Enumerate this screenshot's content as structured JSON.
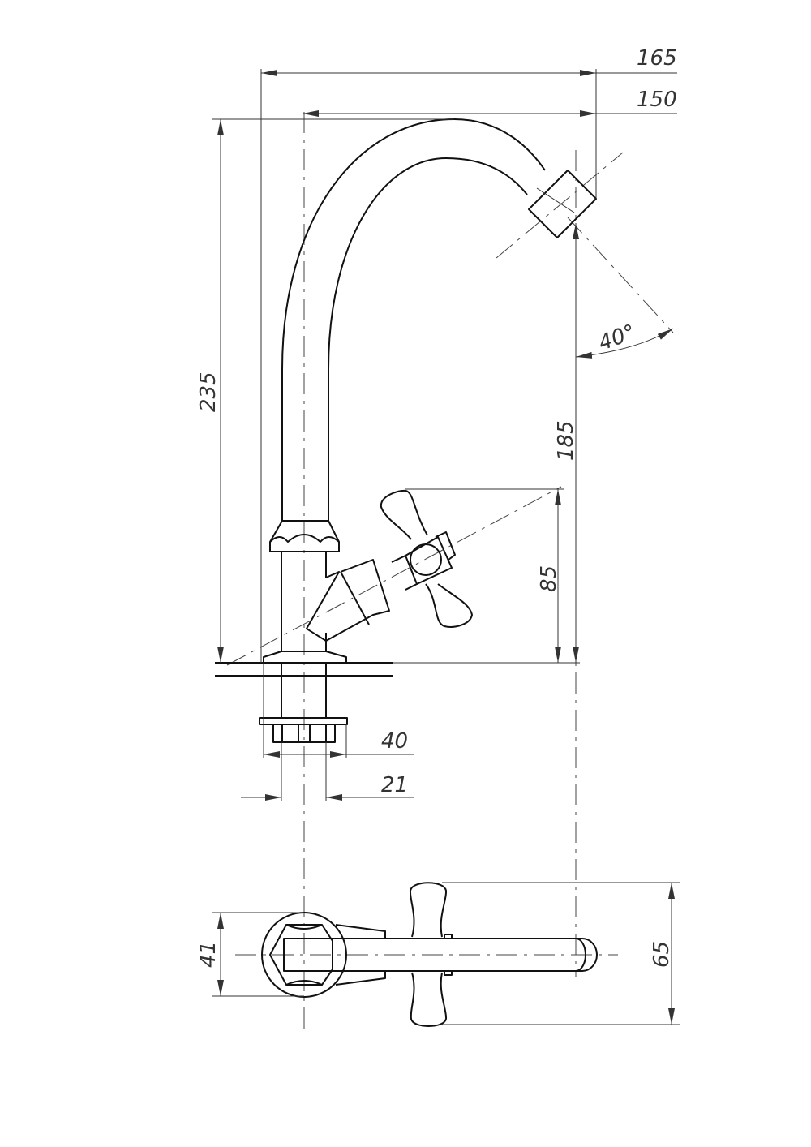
{
  "drawing": {
    "title": "Faucet technical drawing",
    "dimensions": {
      "overall_reach": "165",
      "spout_reach": "150",
      "overall_height": "235",
      "spout_outlet_height": "185",
      "handle_height": "85",
      "outlet_angle": "40°",
      "flange_diameter": "40",
      "thread_diameter": "21",
      "base_width_top_view": "41",
      "handle_span_top_view": "65"
    }
  }
}
